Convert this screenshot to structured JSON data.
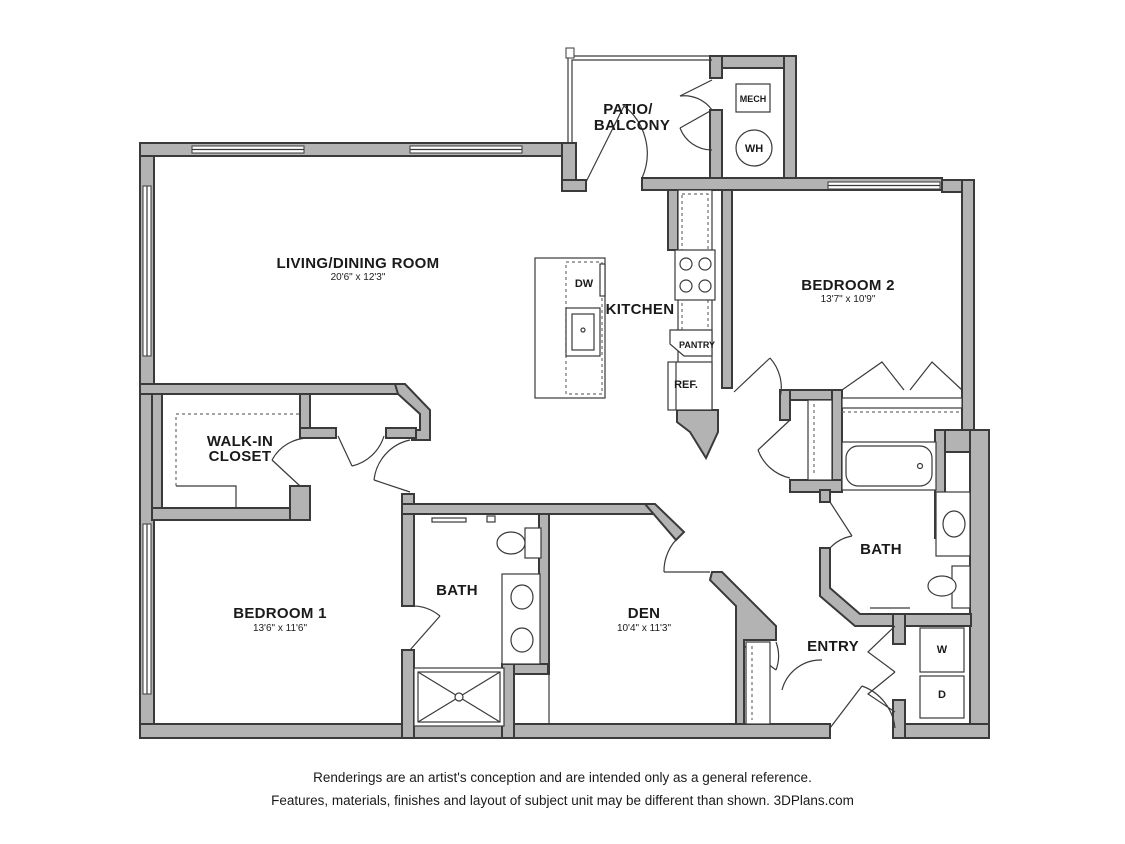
{
  "rooms": {
    "living": {
      "name": "LIVING/DINING ROOM",
      "dims": "20'6\" x 12'3\""
    },
    "patio": {
      "line1": "PATIO/",
      "line2": "BALCONY"
    },
    "kitchen": {
      "name": "KITCHEN"
    },
    "bedroom2": {
      "name": "BEDROOM 2",
      "dims": "13'7\" x 10'9\""
    },
    "walkin": {
      "line1": "WALK-IN",
      "line2": "CLOSET"
    },
    "bedroom1": {
      "name": "BEDROOM 1",
      "dims": "13'6\" x 11'6\""
    },
    "bath1": {
      "name": "BATH"
    },
    "den": {
      "name": "DEN",
      "dims": "10'4\" x 11'3\""
    },
    "bath2": {
      "name": "BATH"
    },
    "entry": {
      "name": "ENTRY"
    }
  },
  "fixtures": {
    "mech": "MECH",
    "wh": "WH",
    "dw": "DW",
    "pantry": "PANTRY",
    "ref": "REF.",
    "washer": "W",
    "dryer": "D"
  },
  "disclaimer": {
    "line1": "Renderings are an artist's conception and are intended only as a general reference.",
    "line2": "Features, materials, finishes and layout of subject unit may be different than shown. 3DPlans.com"
  },
  "colors": {
    "wall": "#b3b3b3",
    "outline": "#3a3a3a",
    "text": "#1a1a1a"
  }
}
